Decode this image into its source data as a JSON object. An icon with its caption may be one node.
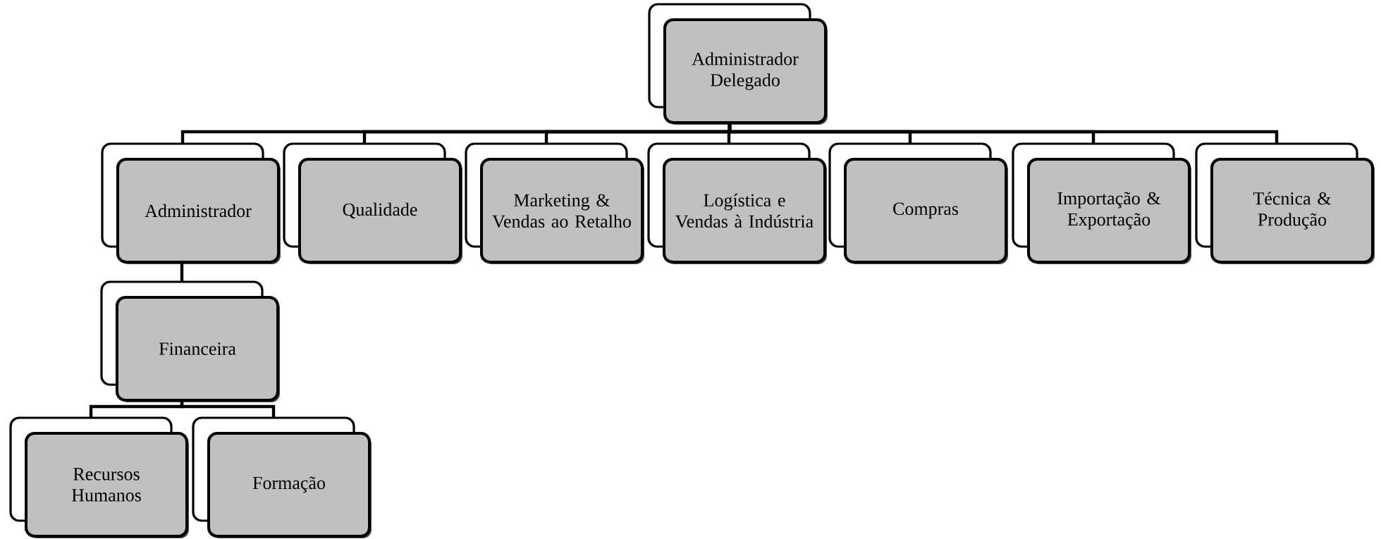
{
  "diagram": {
    "nodes": [
      {
        "text": [
          "Administrador Delegado"
        ]
      },
      {
        "text": [
          "Administrador"
        ]
      },
      {
        "text": [
          "Qualidade"
        ]
      },
      {
        "text": [
          "Marketing & Vendas ao Retalho"
        ]
      },
      {
        "text": [
          "Logística e Vendas à Indústria"
        ]
      },
      {
        "text": [
          "Compras"
        ]
      },
      {
        "text": [
          "Importação & Exportação"
        ]
      },
      {
        "text": [
          "Técnica & Produção"
        ]
      },
      {
        "text": [
          "Financeira"
        ]
      },
      {
        "text": [
          "Recursos Humanos"
        ]
      },
      {
        "text": [
          "Formação"
        ]
      }
    ],
    "edges": [
      {
        "from": 0,
        "to": 1,
        "arrow": "none"
      },
      {
        "from": 0,
        "to": 2,
        "arrow": "none"
      },
      {
        "from": 0,
        "to": 3,
        "arrow": "none"
      },
      {
        "from": 0,
        "to": 4,
        "arrow": "none"
      },
      {
        "from": 0,
        "to": 5,
        "arrow": "none"
      },
      {
        "from": 0,
        "to": 6,
        "arrow": "none"
      },
      {
        "from": 0,
        "to": 7,
        "arrow": "none"
      },
      {
        "from": 1,
        "to": 8,
        "arrow": "none"
      },
      {
        "from": 8,
        "to": 9,
        "arrow": "none"
      },
      {
        "from": 8,
        "to": 10,
        "arrow": "none"
      }
    ]
  }
}
